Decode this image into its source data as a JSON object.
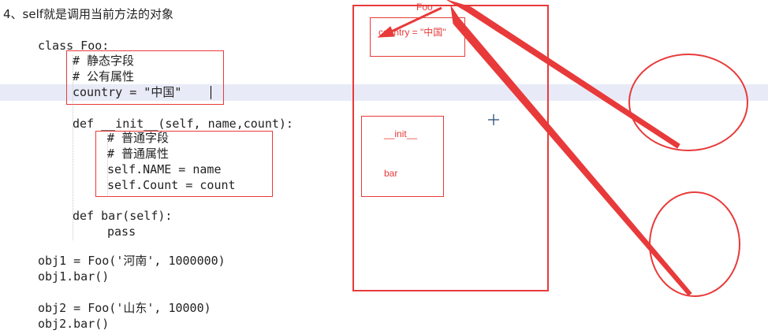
{
  "heading": "4、self就是调用当前方法的对象",
  "code": {
    "class_decl": "class Foo:",
    "comment_static": "# 静态字段",
    "comment_public": "# 公有属性",
    "country_line": "country = \"中国\"",
    "init_def": "def __init__(self, name,count):",
    "comment_normal_field": "# 普通字段",
    "comment_normal_attr": "# 普通属性",
    "self_name": "self.NAME = name",
    "self_count": "self.Count = count",
    "bar_def": "def bar(self):",
    "pass_stmt": "pass",
    "obj1_create": "obj1 = Foo('河南', 1000000)",
    "obj1_call": "obj1.bar()",
    "obj2_create": "obj2 = Foo('山东', 10000)",
    "obj2_call": "obj2.bar()"
  },
  "diagram": {
    "class_label": "Foo",
    "country_label": "country = \"中国\"",
    "init_label": "__init__",
    "bar_label": "bar"
  },
  "colors": {
    "annotation_red": "#e83a3a",
    "current_line_highlight": "#e8ebf7",
    "crosshair": "#2a4d7a"
  },
  "icons": [
    "crosshair-cursor-icon",
    "text-caret"
  ]
}
